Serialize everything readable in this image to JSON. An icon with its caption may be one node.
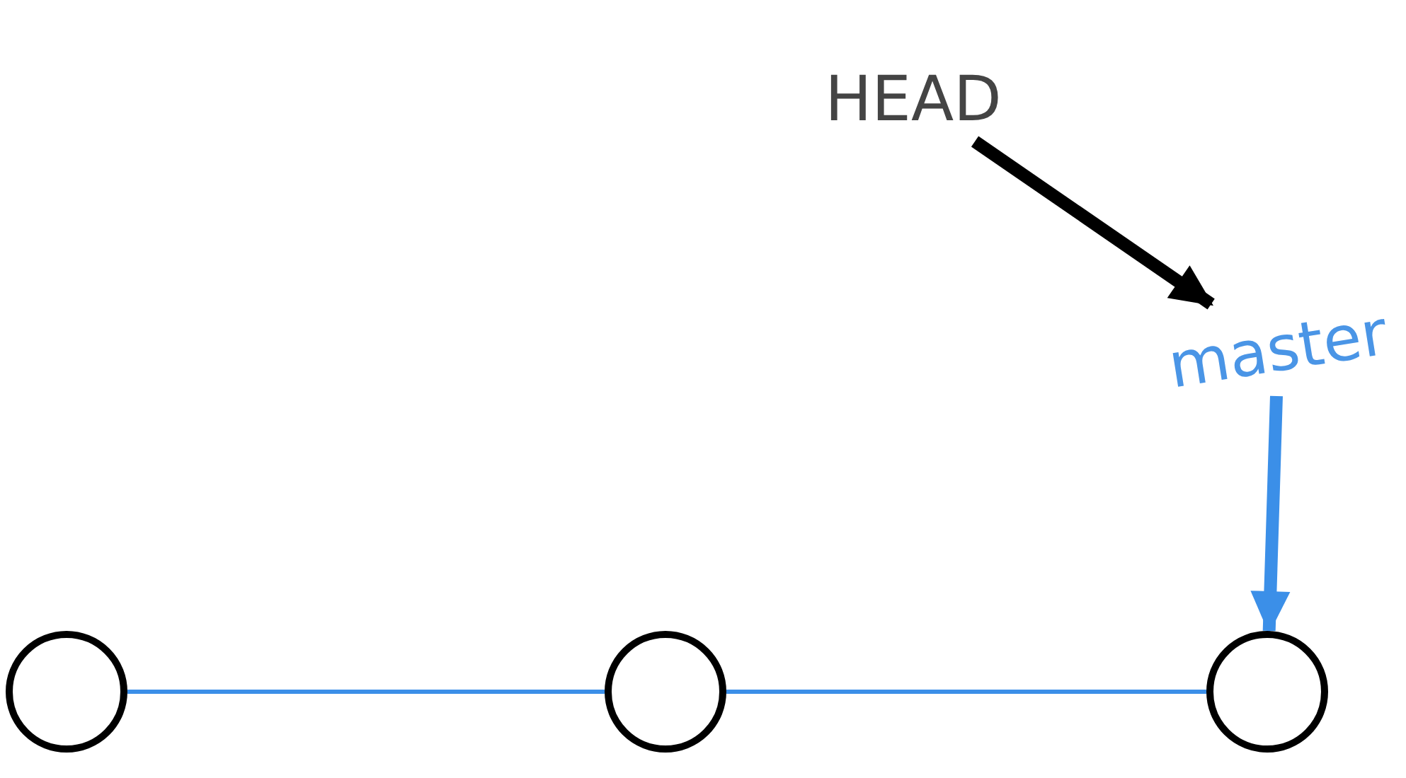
{
  "diagram": {
    "nodes": [
      {
        "text": [
          "HEAD"
        ]
      },
      {
        "text": [
          "master"
        ]
      },
      {
        "text": [],
        "shape": "circle"
      },
      {
        "text": [],
        "shape": "circle"
      },
      {
        "text": [],
        "shape": "circle"
      }
    ],
    "edges": [
      {
        "from": 0,
        "to": 1,
        "arrow": "to",
        "style": "thick",
        "color": "#000000"
      },
      {
        "from": 1,
        "to": 4,
        "arrow": "to",
        "style": "thick"
      },
      {
        "from": 2,
        "to": 3,
        "arrow": "none"
      },
      {
        "from": 3,
        "to": 4,
        "arrow": "none"
      }
    ]
  }
}
